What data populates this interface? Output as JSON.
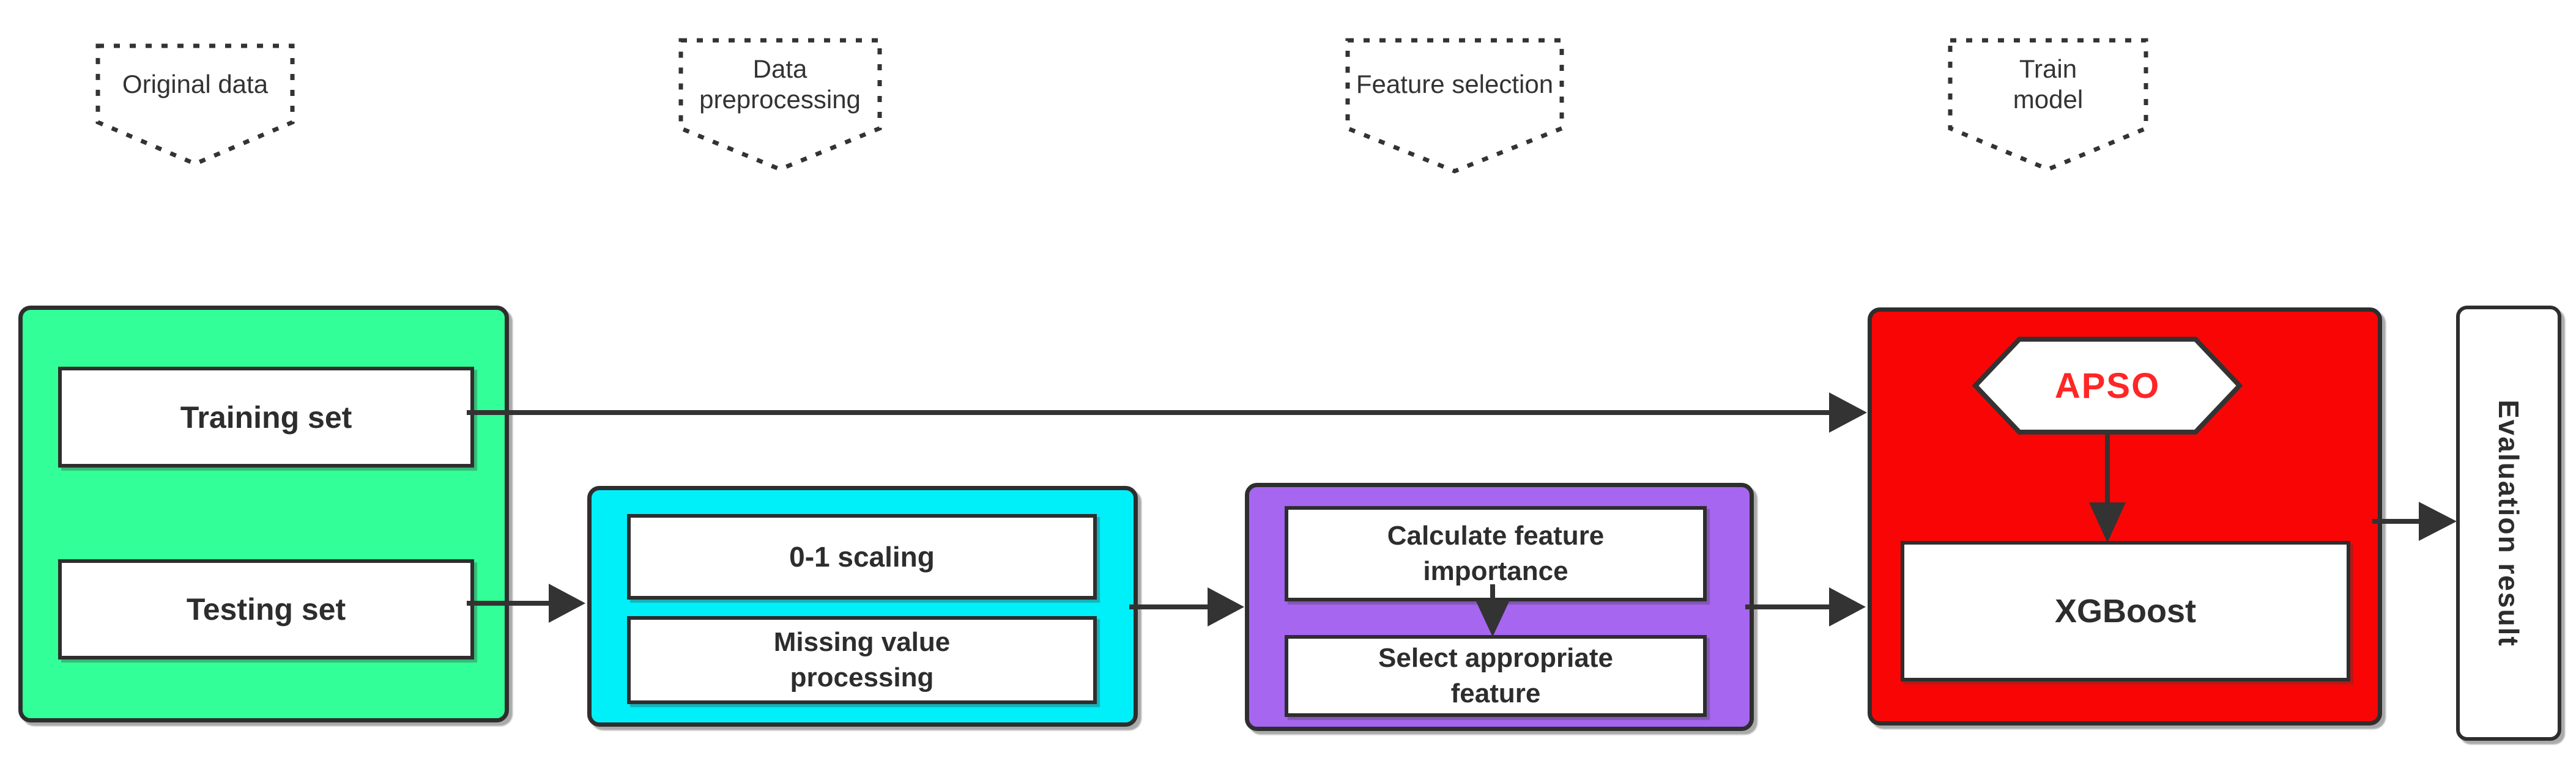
{
  "stages": [
    {
      "label": "Original data"
    },
    {
      "label": "Data preprocessing"
    },
    {
      "label": "Feature selection"
    },
    {
      "label": "Train model"
    }
  ],
  "nodes": {
    "training_set": "Training set",
    "testing_set": "Testing set",
    "scaling": "0-1 scaling",
    "missing_value": "Missing value processing",
    "calc_importance": "Calculate feature importance",
    "select_feature": "Select appropriate feature",
    "apso": "APSO",
    "xgboost": "XGBoost",
    "evaluation": "Evaluation result"
  },
  "colors": {
    "data_group": "#33FF99",
    "preprocessing_group": "#00F0FA",
    "selection_group": "#A666F0",
    "train_group": "#FA0505",
    "apso_text": "#FF2626",
    "line": "#333333"
  }
}
